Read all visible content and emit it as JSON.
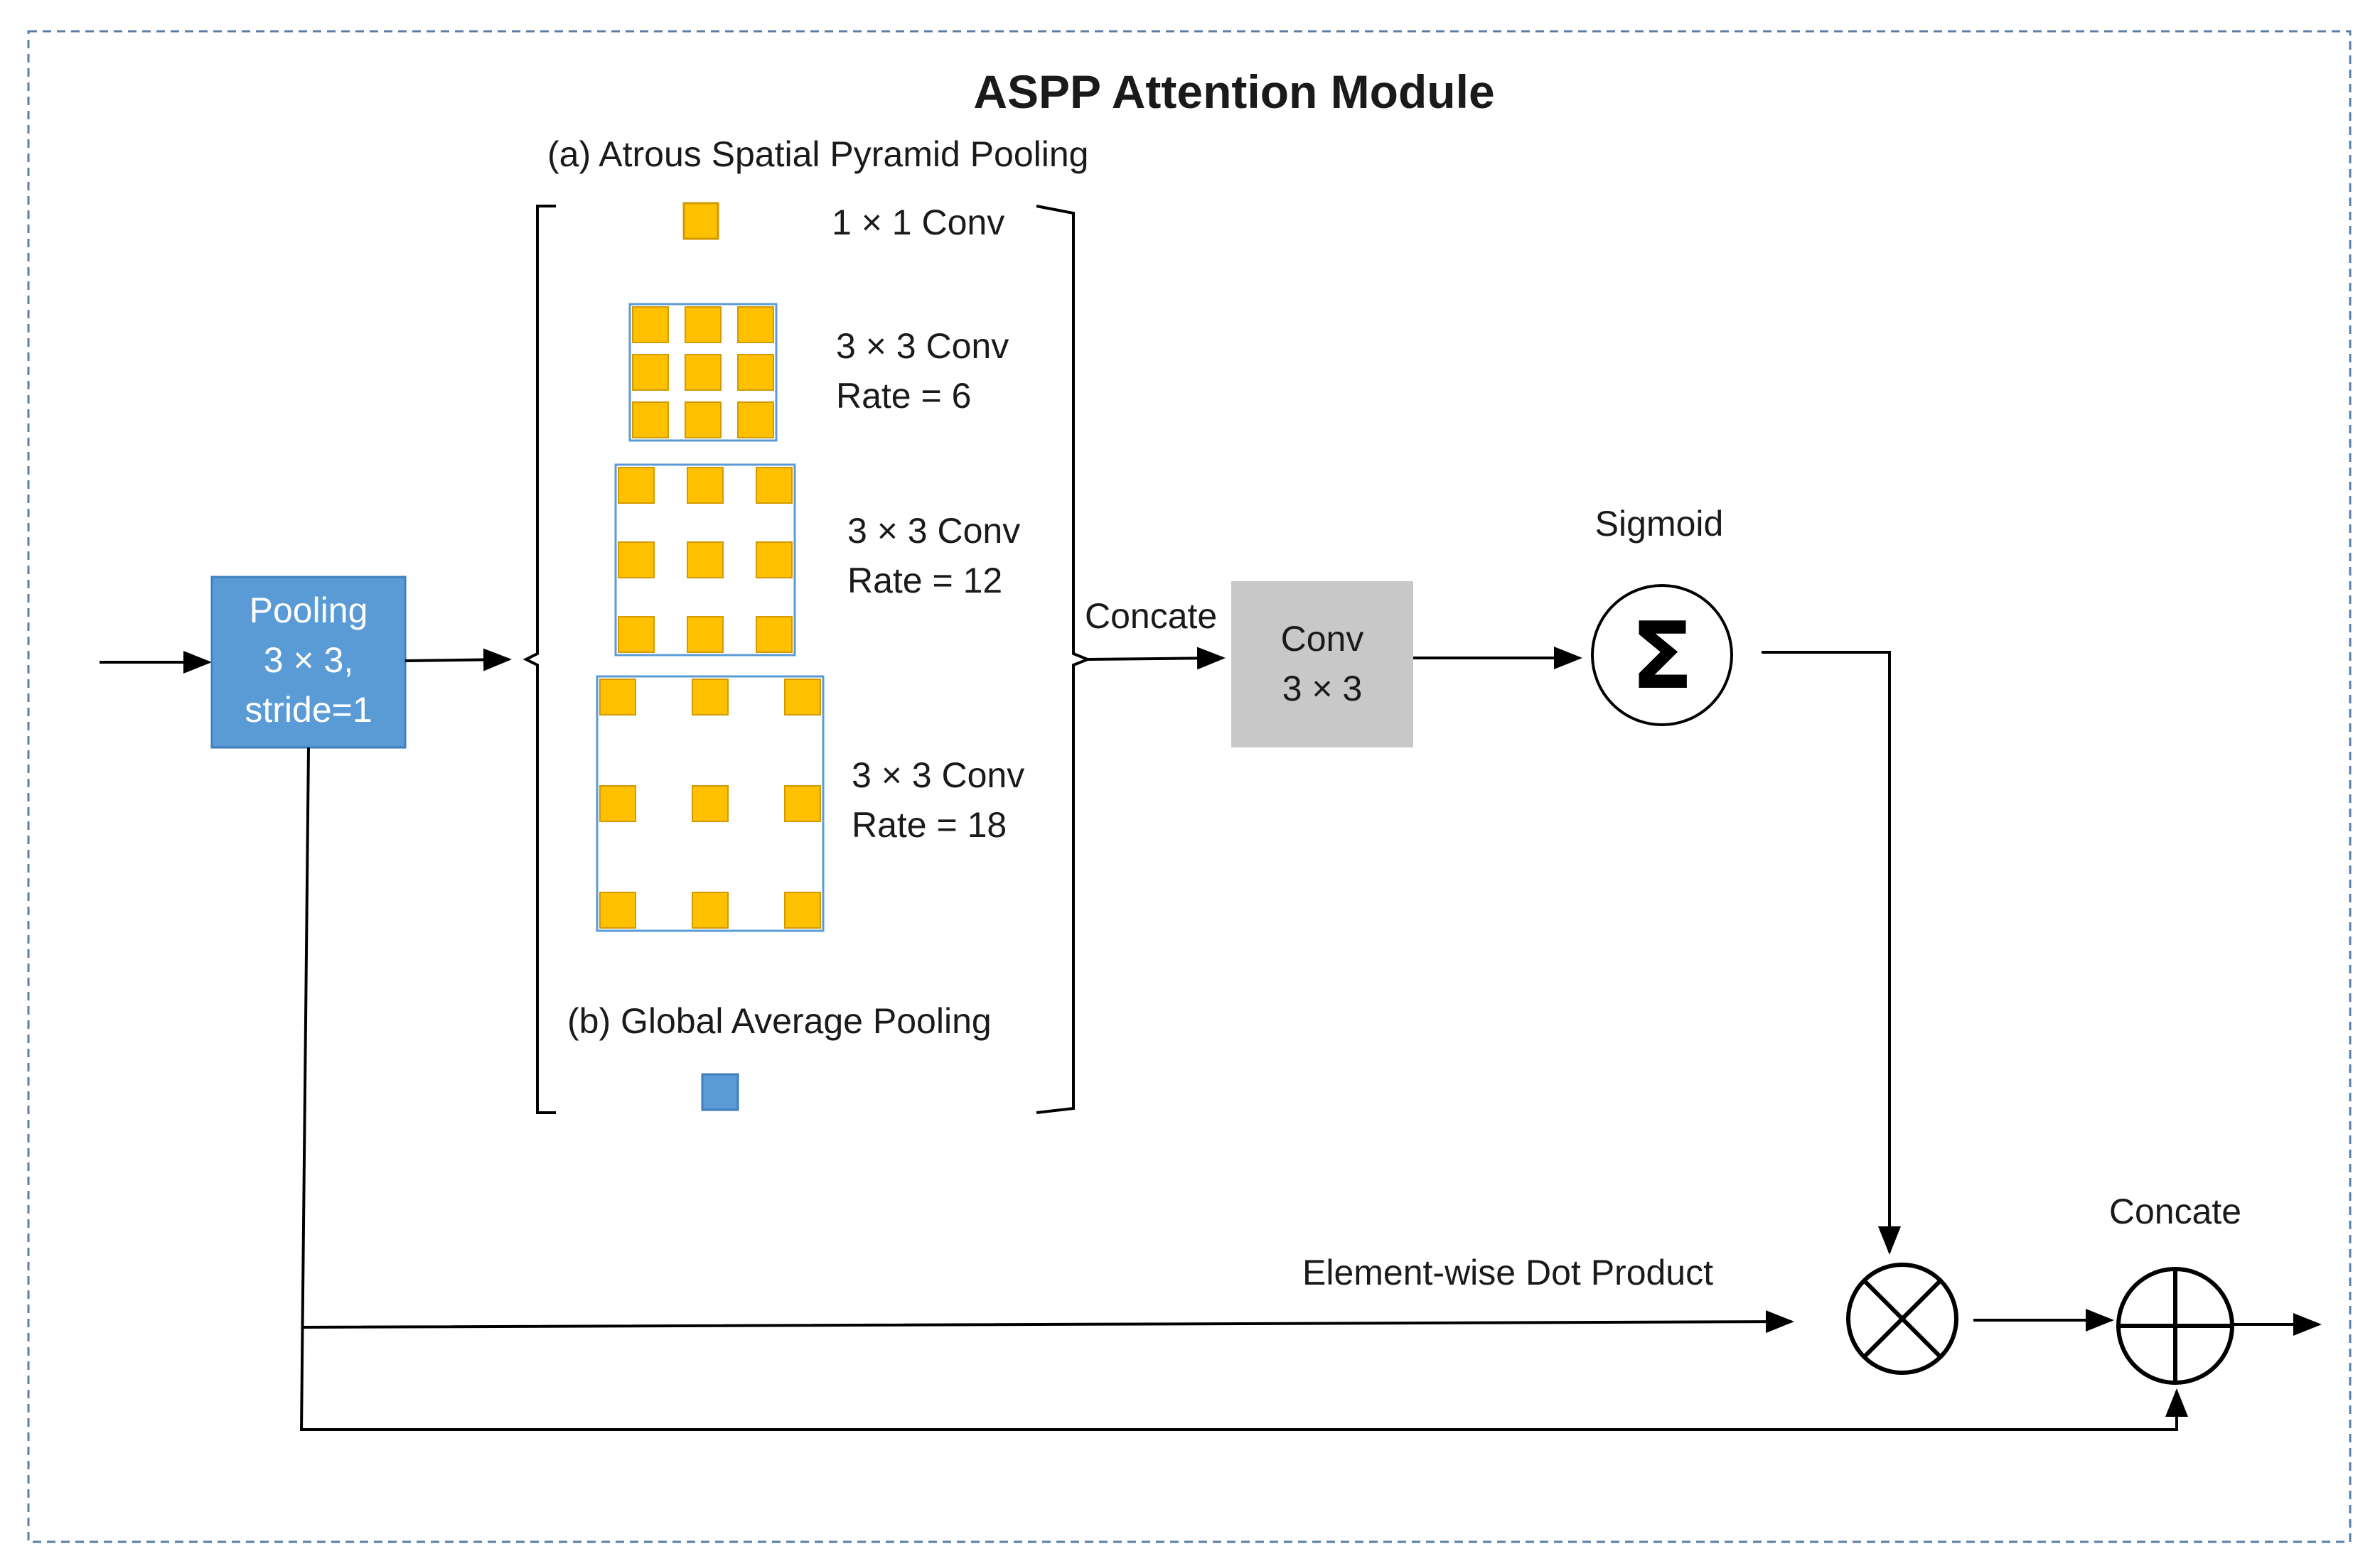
{
  "title": "ASPP Attention Module",
  "aspp": {
    "heading": "(a) Atrous Spatial Pyramid Pooling",
    "branches": [
      {
        "line1": "1 × 1 Conv",
        "line2": ""
      },
      {
        "line1": "3 × 3 Conv",
        "line2": "Rate = 6"
      },
      {
        "line1": "3 × 3 Conv",
        "line2": "Rate = 12"
      },
      {
        "line1": "3 × 3 Conv",
        "line2": "Rate = 18"
      }
    ],
    "gap_label": "(b) Global Average Pooling"
  },
  "pooling_box": {
    "line1": "Pooling",
    "line2": "3 × 3,",
    "line3": "stride=1"
  },
  "concat_label_1": "Concate",
  "conv_box": {
    "line1": "Conv",
    "line2": "3 × 3"
  },
  "sigmoid": {
    "label": "Sigmoid",
    "symbol": "Σ"
  },
  "dot_product_label": "Element-wise Dot Product",
  "concat_label_2": "Concate",
  "colors": {
    "kernel": "#FFC000",
    "kernel_border": "#D29A00",
    "blue_box": "#5B9BD5",
    "blue_box_border": "#3F7FBF",
    "gray_box": "#C8C8C8",
    "frame": "#5A7FA8"
  }
}
